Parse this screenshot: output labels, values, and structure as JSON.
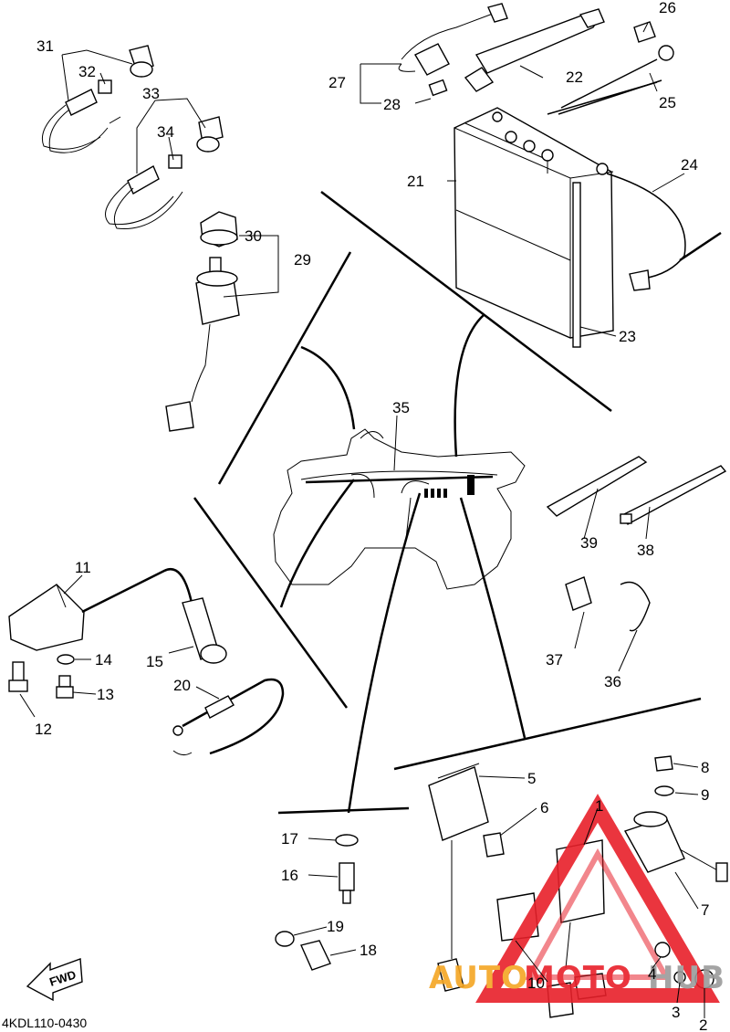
{
  "diagram_code": "4KDL110-0430",
  "fwd_label": "FWD",
  "watermark": {
    "part1": "AUTO",
    "part2": "MOTO",
    "part3": "HUB",
    "color_orange": "#f5a623",
    "color_red": "#e8202a",
    "color_gray": "#9b9b9b"
  },
  "callouts": [
    "1",
    "2",
    "3",
    "4",
    "5",
    "6",
    "7",
    "8",
    "9",
    "10",
    "11",
    "12",
    "13",
    "14",
    "15",
    "16",
    "17",
    "18",
    "19",
    "20",
    "21",
    "22",
    "23",
    "24",
    "25",
    "26",
    "27",
    "28",
    "29",
    "30",
    "31",
    "32",
    "33",
    "34",
    "35",
    "36",
    "37",
    "38",
    "39"
  ]
}
